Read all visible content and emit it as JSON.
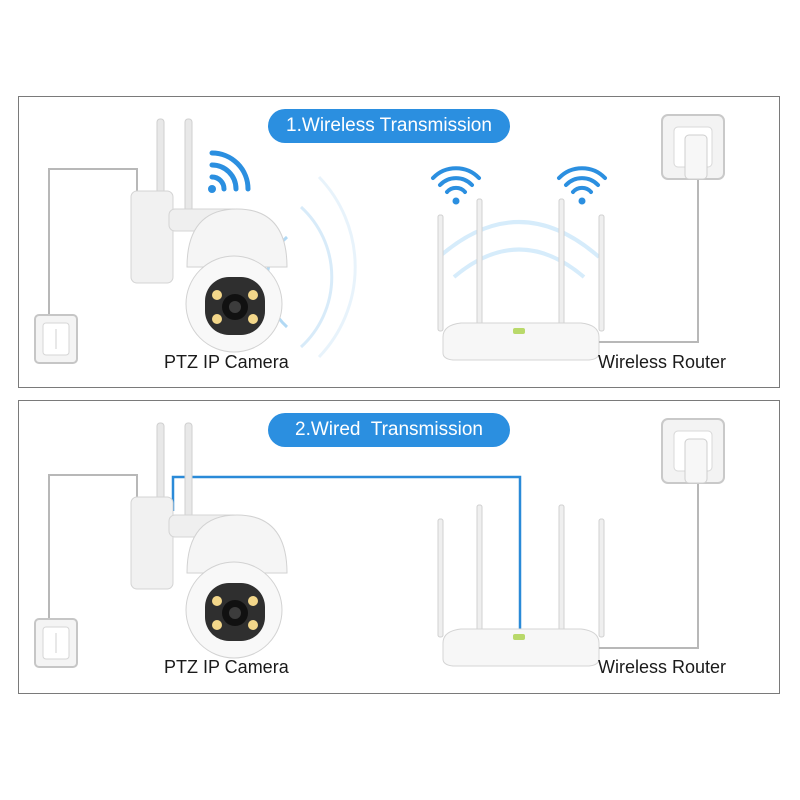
{
  "panels": [
    {
      "title": "1.Wireless Transmission",
      "camera_label": "PTZ IP Camera",
      "router_label": "Wireless Router",
      "mode": "wireless"
    },
    {
      "title": "2.Wired  Transmission",
      "camera_label": "PTZ IP Camera",
      "router_label": "Wireless Router",
      "mode": "wired"
    }
  ],
  "colors": {
    "accent": "#2b8fe0",
    "cable": "#2a8ad8",
    "border": "#7a7a7a"
  },
  "icons": [
    "wifi-icon",
    "power-outlet-icon",
    "camera-icon",
    "router-icon",
    "signal-wave-icon"
  ]
}
